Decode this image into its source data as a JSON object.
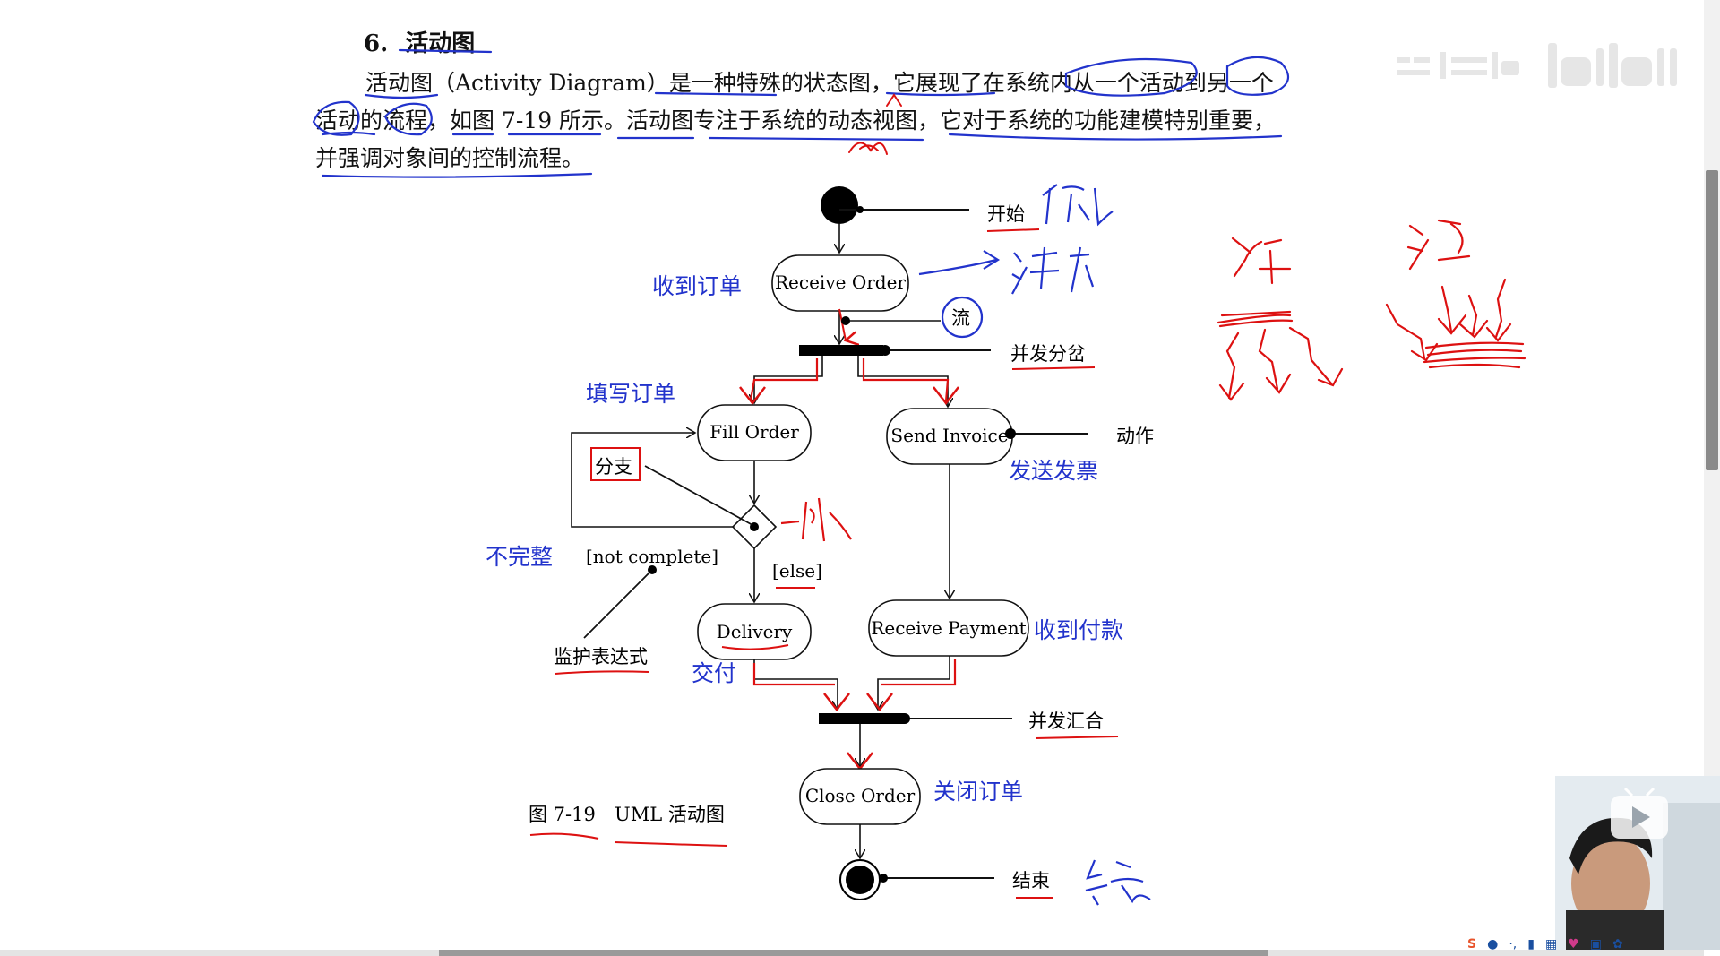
{
  "section": {
    "number": "6.",
    "title": "活动图"
  },
  "paragraph": [
    "活动图（Activity Diagram）是一种特殊的状态图，它展现了在系统内从一个活动到另一个",
    "活动的流程，如图 7-19 所示。活动图专注于系统的动态视图，它对于系统的功能建模特别重要，",
    "并强调对象间的控制流程。"
  ],
  "activities": {
    "receive_order": "Receive Order",
    "fill_order": "Fill Order",
    "send_invoice": "Send Invoice",
    "delivery": "Delivery",
    "receive_payment": "Receive Payment",
    "close_order": "Close Order"
  },
  "printed_labels": {
    "start": "开始",
    "flow": "流",
    "fork": "并发分岔",
    "action": "动作",
    "branch": "分支",
    "not_complete": "[not complete]",
    "else": "[else]",
    "guard": "监护表达式",
    "join": "并发汇合",
    "end": "结束"
  },
  "caption": {
    "figure": "图 7-19",
    "title": "UML 活动图"
  },
  "annotations_blue": {
    "receive_order_cn": "收到订单",
    "fill_order_cn": "填写订单",
    "send_invoice_cn": "发送发票",
    "not_complete_cn": "不完整",
    "delivery_cn": "交付",
    "receive_payment_cn": "收到付款",
    "close_order_cn": "关闭订单"
  },
  "colors": {
    "ink": "#111111",
    "blue_pen": "#2233cc",
    "red_pen": "#dd1111"
  },
  "icons": [
    "bilibili-watermark-icon",
    "play-icon",
    "sogou-ime-icon"
  ]
}
